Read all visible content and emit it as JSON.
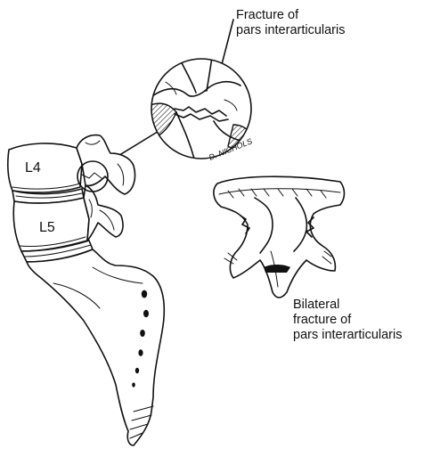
{
  "labels": {
    "top_line1": "Fracture of",
    "top_line2": "pars interarticularis",
    "bottom_line1": "Bilateral",
    "bottom_line2": "fracture of",
    "bottom_line3": "pars interarticularis"
  },
  "vertebrae": {
    "l4": "L4",
    "l5": "L5"
  },
  "signature": "D. NICHOLS"
}
